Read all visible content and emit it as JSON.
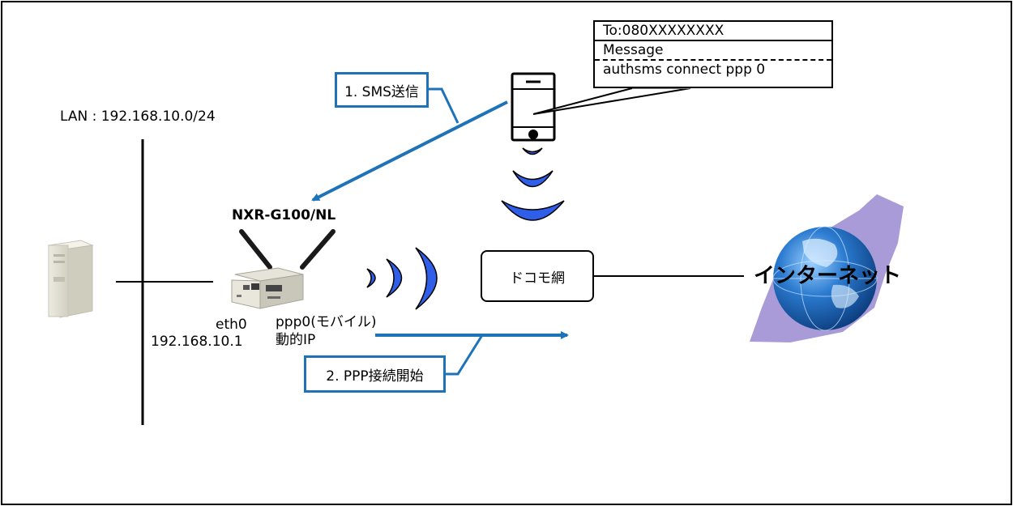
{
  "network": {
    "lan_label": "LAN : 192.168.10.0/24"
  },
  "router": {
    "model": "NXR-G100/NL",
    "eth_interface": "eth0",
    "eth_ip": "192.168.10.1",
    "ppp_interface": "ppp0(モバイル)",
    "ppp_ip": "動的IP"
  },
  "steps": {
    "step1": "1. SMS送信",
    "step2": "2. PPP接続開始"
  },
  "sms": {
    "to": "To:080XXXXXXXX",
    "message_header": "Message",
    "message_body": "authsms connect ppp 0"
  },
  "carrier_network": "ドコモ網",
  "internet": "インターネット",
  "colors": {
    "accent": "#1d72b8",
    "wave": "#2f5fe8",
    "globe": "#1c5fae",
    "splash": "#a89bd8"
  }
}
